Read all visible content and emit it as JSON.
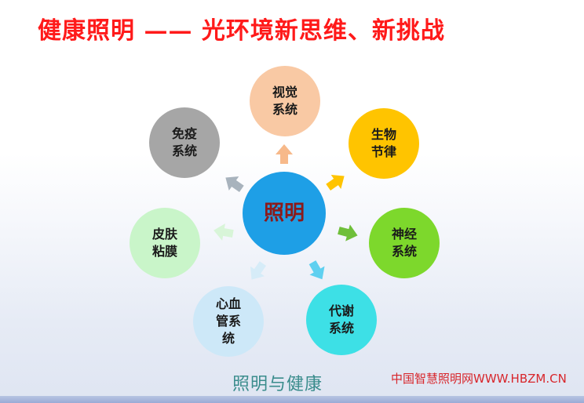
{
  "title": "健康照明 —— 光环境新思维、新挑战",
  "center": {
    "label": "照明",
    "color": "#1e9fe6"
  },
  "nodes": [
    {
      "id": "vision",
      "label": "视觉\n系统",
      "color": "#f9c9a4"
    },
    {
      "id": "biorhythm",
      "label": "生物\n节律",
      "color": "#ffc400"
    },
    {
      "id": "nerve",
      "label": "神经\n系统",
      "color": "#7dd82c"
    },
    {
      "id": "metabolism",
      "label": "代谢\n系统",
      "color": "#3de0e6"
    },
    {
      "id": "cardio",
      "label": "心血\n管系\n统",
      "color": "#cde8f8"
    },
    {
      "id": "skin",
      "label": "皮肤\n粘膜",
      "color": "#c9f5c9"
    },
    {
      "id": "immune",
      "label": "免疫\n系统",
      "color": "#a6a6a6"
    }
  ],
  "arrow_colors": {
    "vision": "#f7b98a",
    "biorhythm": "#ffc400",
    "nerve": "#6fbf3a",
    "metabolism": "#5fd0f0",
    "cardio": "#d6ecf8",
    "skin": "#d8f5d8",
    "immune": "#a8b3bd"
  },
  "caption": "照明与健康",
  "watermark": "中国智慧照明网WWW.HBZM.CN"
}
